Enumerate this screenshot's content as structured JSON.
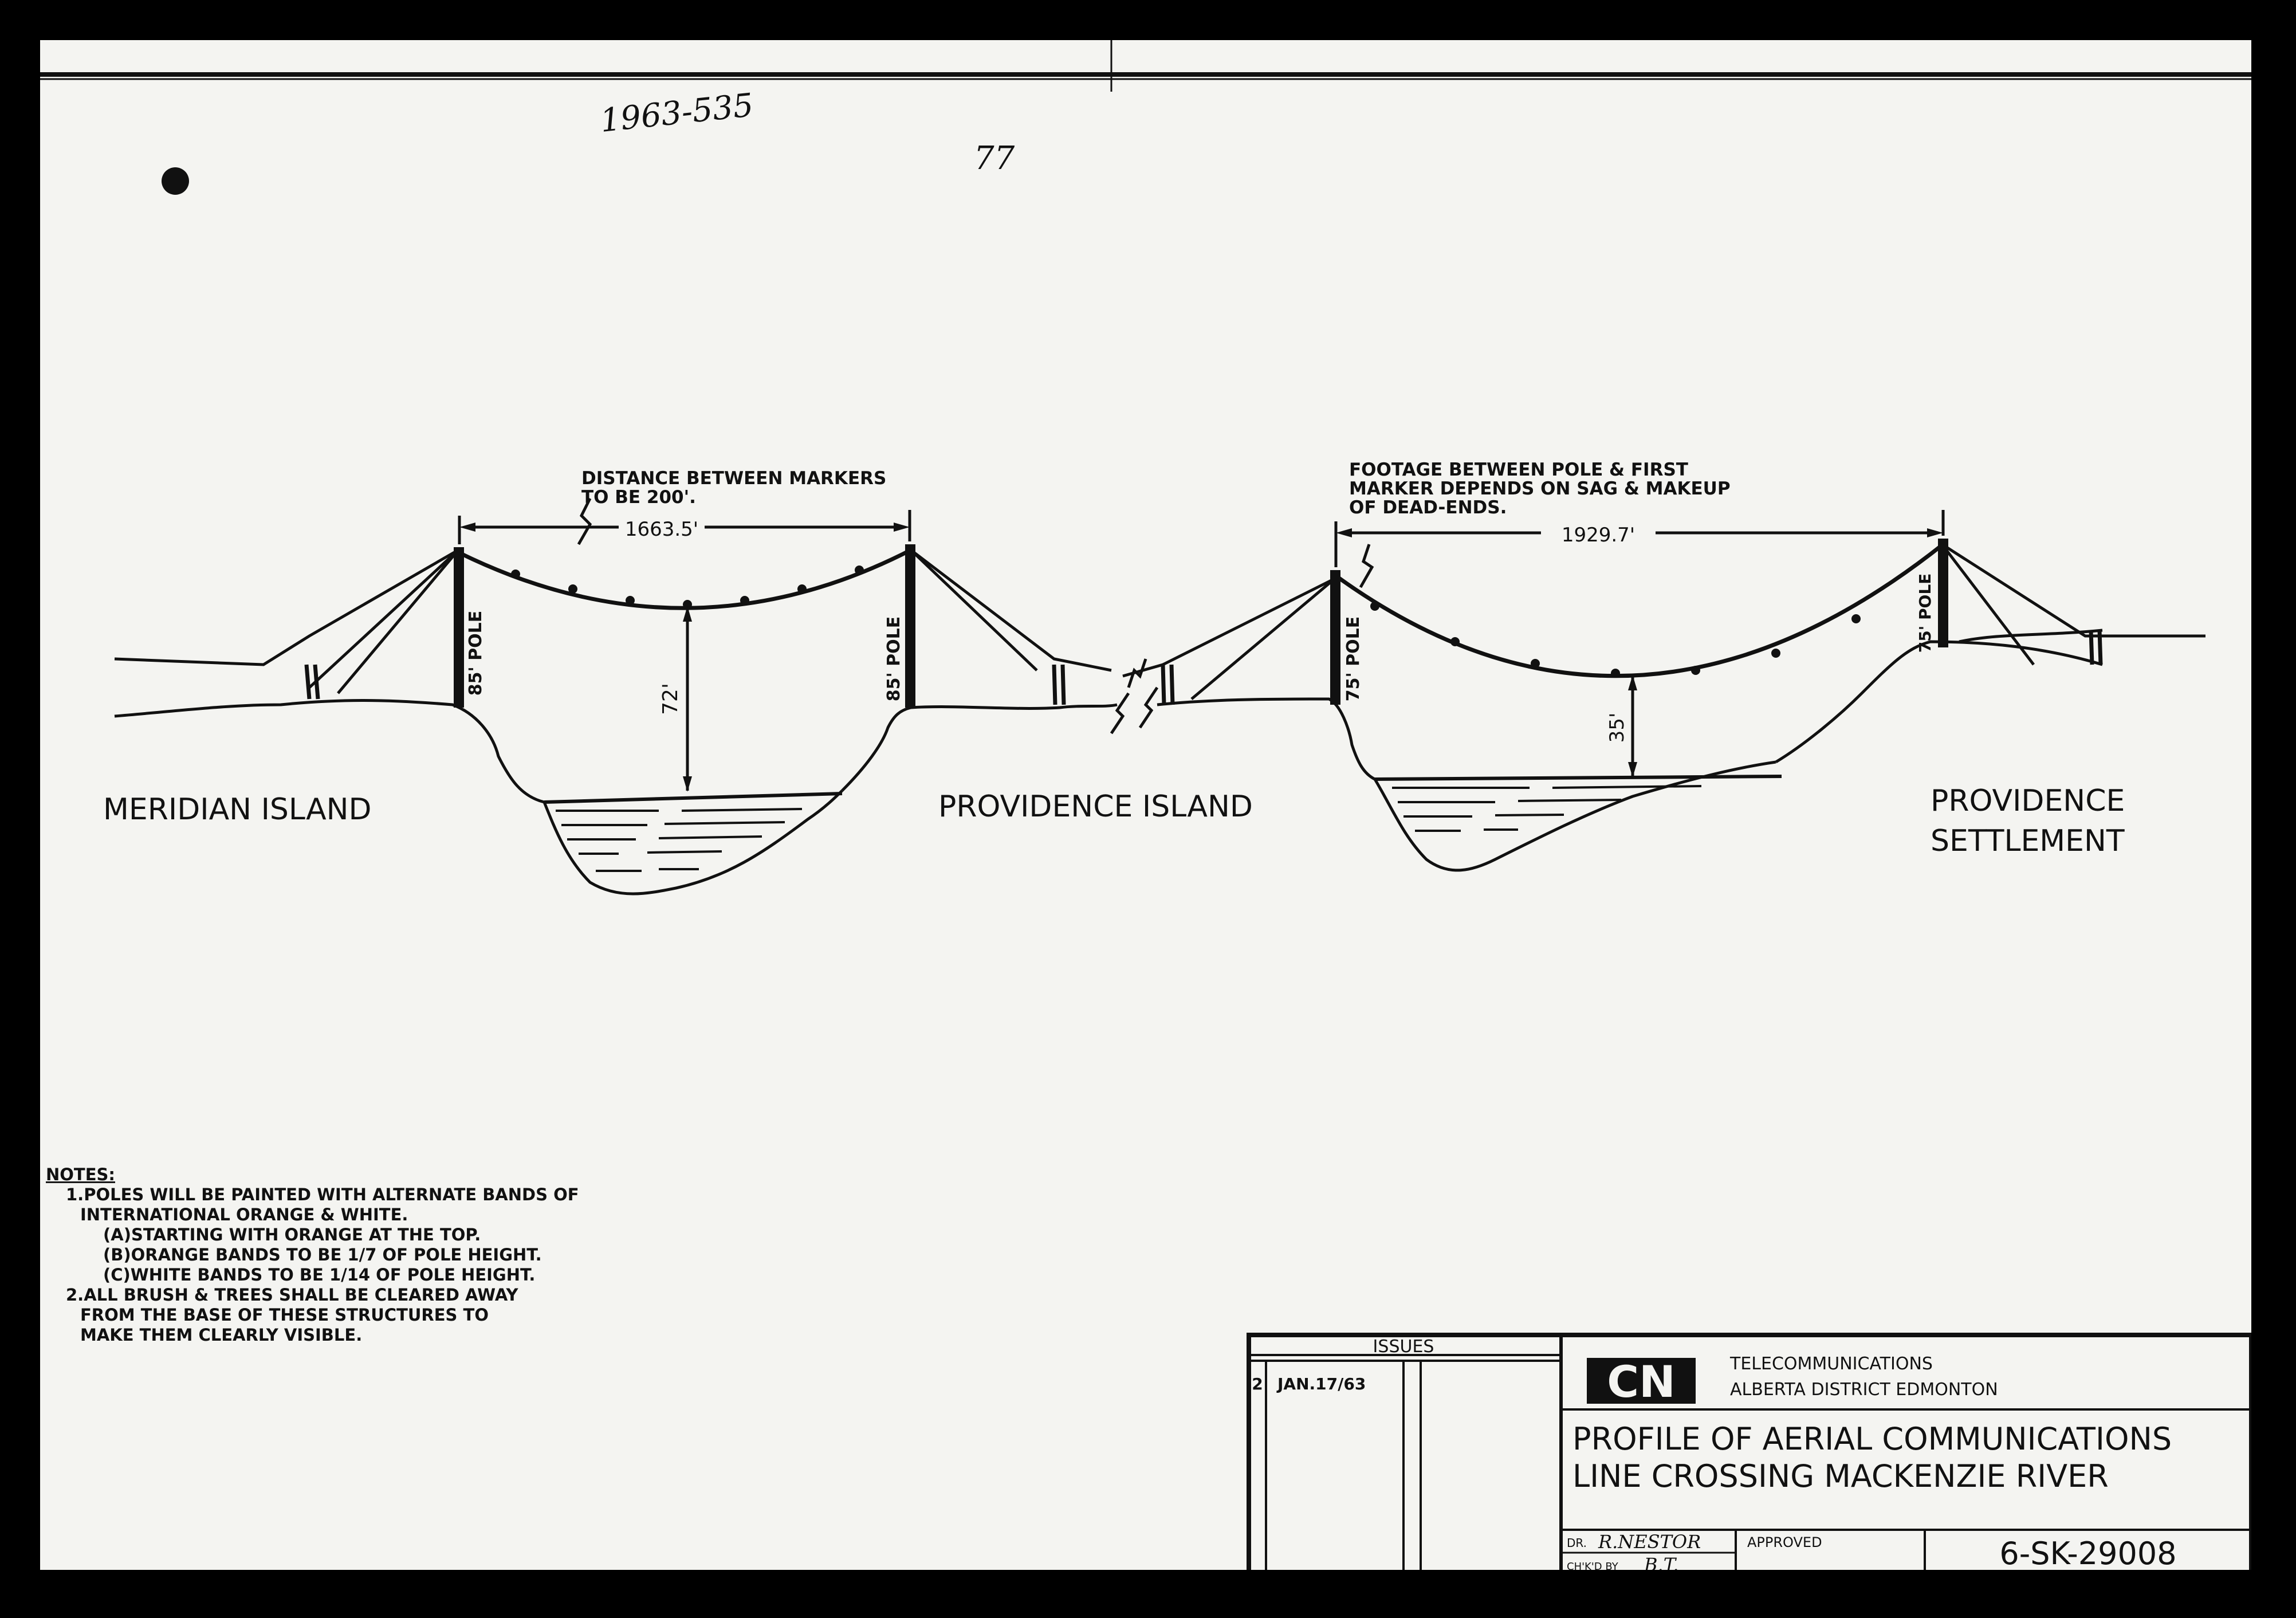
{
  "handwritten": {
    "drawing_ref": "1963-535",
    "page_number": "77"
  },
  "places": {
    "left": "MERIDIAN ISLAND",
    "middle": "PROVIDENCE ISLAND",
    "right_line1": "PROVIDENCE",
    "right_line2": "SETTLEMENT"
  },
  "callouts": {
    "markers_line1": "DISTANCE BETWEEN MARKERS",
    "markers_line2": "TO BE 200'.",
    "footage_line1": "FOOTAGE BETWEEN POLE & FIRST",
    "footage_line2": "MARKER DEPENDS ON SAG & MAKEUP",
    "footage_line3": "OF DEAD-ENDS."
  },
  "dimensions": {
    "span1": "1663.5'",
    "span2": "1929.7'",
    "clearance1": "72'",
    "clearance2": "35'"
  },
  "poles": {
    "p1": "85' POLE",
    "p2": "85' POLE",
    "p3": "75' POLE",
    "p4": "75' POLE"
  },
  "notes": {
    "heading": "NOTES:",
    "lines": [
      "1.POLES WILL BE PAINTED WITH ALTERNATE BANDS OF",
      "INTERNATIONAL ORANGE & WHITE.",
      "(A)STARTING WITH ORANGE AT THE TOP.",
      "(B)ORANGE BANDS TO BE 1/7 OF POLE HEIGHT.",
      "(C)WHITE BANDS TO BE 1/14 OF POLE HEIGHT.",
      "2.ALL BRUSH & TREES SHALL BE CLEARED AWAY",
      "FROM THE BASE OF THESE STRUCTURES TO",
      "MAKE THEM CLEARLY VISIBLE."
    ]
  },
  "title_block": {
    "issues_header": "ISSUES",
    "issue_number": "2",
    "issue_date": "JAN.17/63",
    "logo": "CN",
    "dept": "TELECOMMUNICATIONS",
    "district": "ALBERTA DISTRICT   EDMONTON",
    "title_line1": "PROFILE OF AERIAL COMMUNICATIONS",
    "title_line2": "LINE CROSSING MACKENZIE RIVER",
    "dr_label": "DR.",
    "dr_name": "R.NESTOR",
    "check_label": "CH'K'D BY",
    "check_name": "B.T.",
    "approved_label": "APPROVED",
    "drawing_number": "6-SK-29008"
  }
}
